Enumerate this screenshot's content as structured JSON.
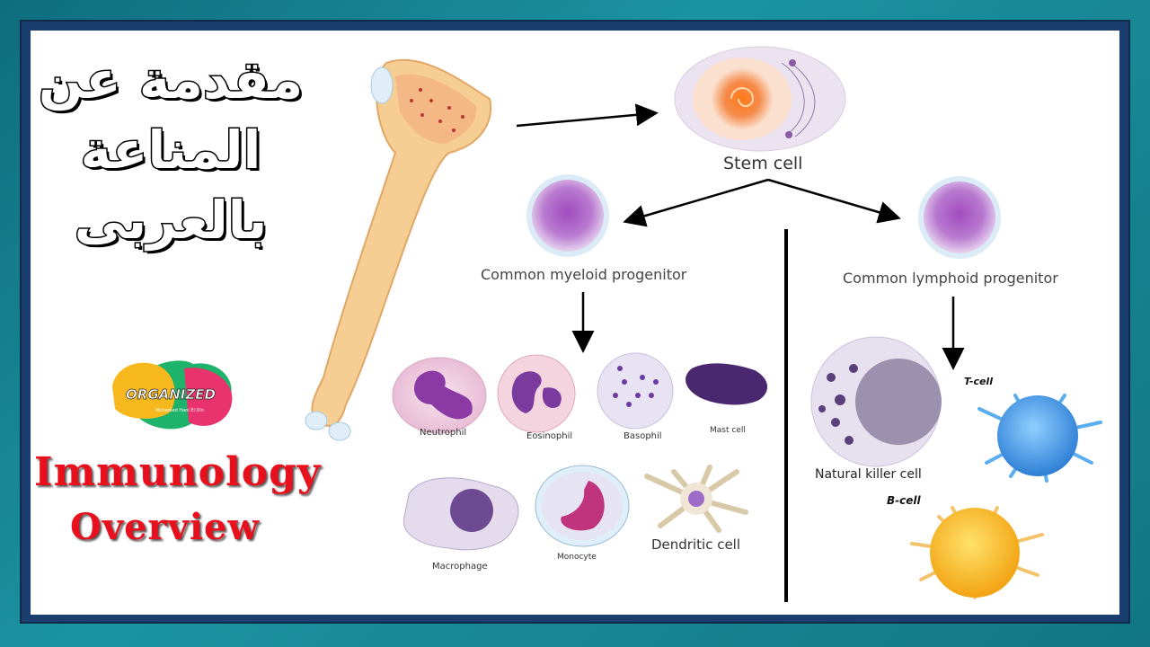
{
  "title_arabic": [
    "مقدمة عن",
    "المناعة",
    "بالعربى"
  ],
  "title_english": [
    "Immunology",
    "Overview"
  ],
  "logo": {
    "text": "ORGANIZED",
    "subtitle": "Mohamed Hani El Din"
  },
  "diagram": {
    "stem_cell": "Stem cell",
    "myeloid": "Common myeloid progenitor",
    "lymphoid": "Common lymphoid progenitor",
    "myeloid_cells": [
      "Neutrophil",
      "Eosinophil",
      "Basophil",
      "Mast cell",
      "Macrophage",
      "Monocyte",
      "Dendritic cell"
    ],
    "lymphoid_cells": [
      "Natural killer cell",
      "T-cell",
      "B-cell"
    ]
  },
  "colors": {
    "title_red": "#e8101c",
    "cell_purple": "#7a3a9e",
    "bone": "#f5c98a",
    "tcell_blue": "#3a8fe0",
    "bcell_yellow": "#f5b820"
  }
}
